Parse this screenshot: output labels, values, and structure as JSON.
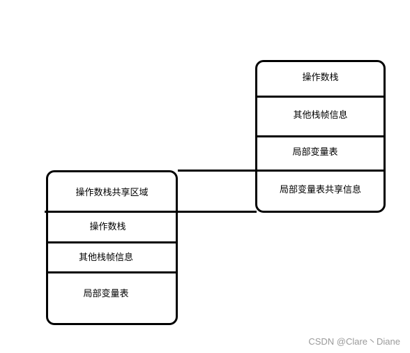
{
  "left_stack": {
    "cells": [
      "操作数栈共享区域",
      "操作数栈",
      "其他栈帧信息",
      "局部变量表"
    ]
  },
  "right_stack": {
    "cells": [
      "操作数栈",
      "其他栈帧信息",
      "局部变量表",
      "局部变量表共享信息"
    ]
  },
  "watermark": "CSDN @Clare丶Diane"
}
